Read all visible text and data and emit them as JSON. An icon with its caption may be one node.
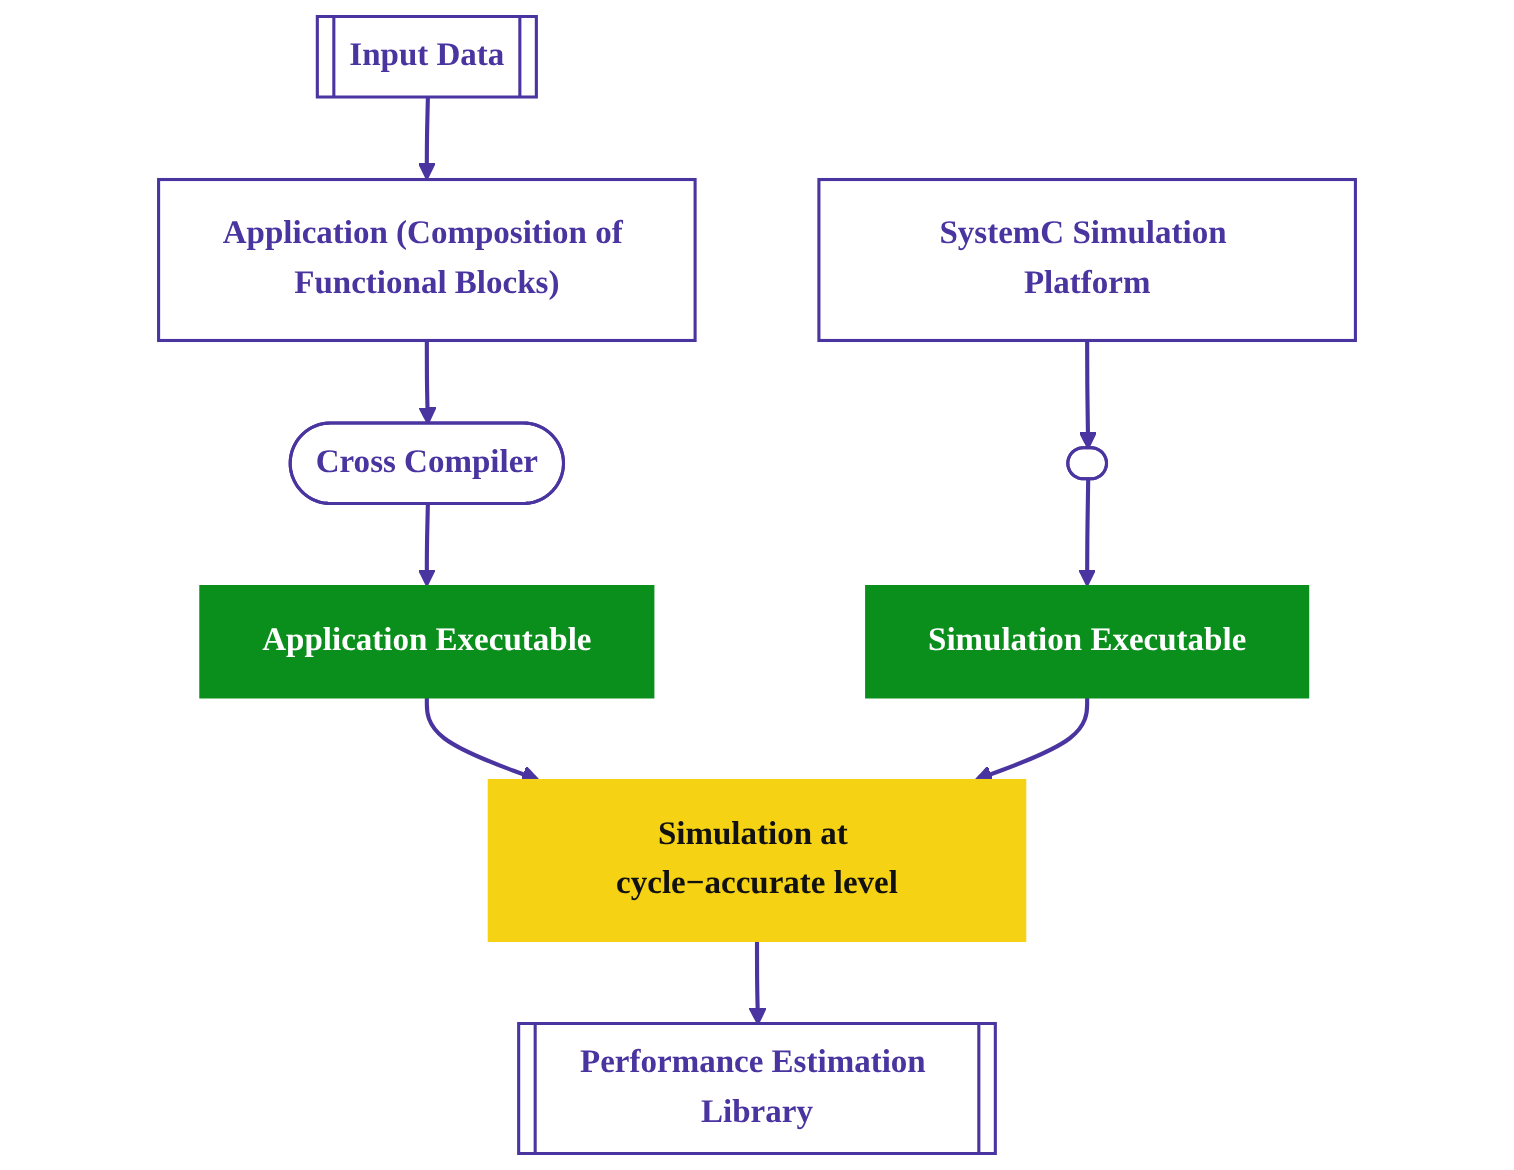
{
  "diagram": {
    "nodes": [
      {
        "text": [
          "Input Data"
        ]
      },
      {
        "text": [
          "Application (Composition of Functional Blocks)"
        ]
      },
      {
        "text": [
          "SystemC Simulation Platform"
        ]
      },
      {
        "text": [
          "Cross Compiler"
        ]
      },
      {
        "text": [],
        "shape": "stadium"
      },
      {
        "text": [
          "Application Executable"
        ]
      },
      {
        "text": [
          "Simulation Executable"
        ]
      },
      {
        "text": [
          "Simulation at cycle−accurate level"
        ]
      },
      {
        "text": [
          "Performance Estimation Library"
        ]
      }
    ],
    "edges": [
      {
        "from": 0,
        "to": 1,
        "arrow": "to"
      },
      {
        "from": 1,
        "to": 3,
        "arrow": "to"
      },
      {
        "from": 2,
        "to": 4,
        "arrow": "to"
      },
      {
        "from": 3,
        "to": 5,
        "arrow": "to"
      },
      {
        "from": 4,
        "to": 6,
        "arrow": "to"
      },
      {
        "from": 5,
        "to": 7,
        "arrow": "to"
      },
      {
        "from": 6,
        "to": 7,
        "arrow": "to"
      },
      {
        "from": 7,
        "to": 8,
        "arrow": "to"
      }
    ]
  }
}
